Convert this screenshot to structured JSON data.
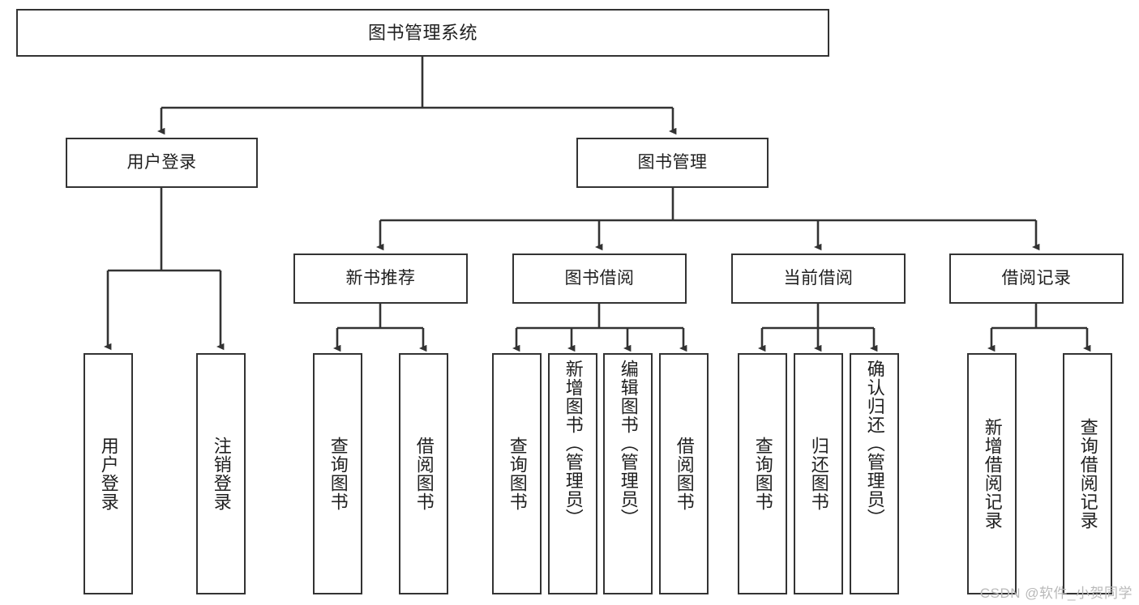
{
  "diagram": {
    "title": "图书管理系统",
    "type": "tree-hierarchy",
    "watermark": "CSDN @软件_小贺同学",
    "colors": {
      "box_border": "#333333",
      "box_fill": "#ffffff",
      "connector": "#333333",
      "text": "#1f1f1f",
      "watermark": "#b9b9b9",
      "background": "#ffffff"
    },
    "nodes": {
      "root": {
        "label": "图书管理系统"
      },
      "level2": [
        {
          "label": "用户登录"
        },
        {
          "label": "图书管理"
        }
      ],
      "level3": [
        {
          "label": "新书推荐"
        },
        {
          "label": "图书借阅"
        },
        {
          "label": "当前借阅"
        },
        {
          "label": "借阅记录"
        }
      ],
      "leaves": {
        "user_login": [
          {
            "label": "用户登录"
          },
          {
            "label": "注销登录"
          }
        ],
        "new_book_recommend": [
          {
            "label": "查询图书"
          },
          {
            "label": "借阅图书"
          }
        ],
        "book_borrow": [
          {
            "label": "查询图书"
          },
          {
            "label": "新增图书（管理员）"
          },
          {
            "label": "编辑图书（管理员）"
          },
          {
            "label": "借阅图书"
          }
        ],
        "current_borrow": [
          {
            "label": "查询图书"
          },
          {
            "label": "归还图书"
          },
          {
            "label": "确认归还（管理员）"
          }
        ],
        "borrow_records": [
          {
            "label": "新增借阅记录"
          },
          {
            "label": "查询借阅记录"
          }
        ]
      }
    }
  }
}
